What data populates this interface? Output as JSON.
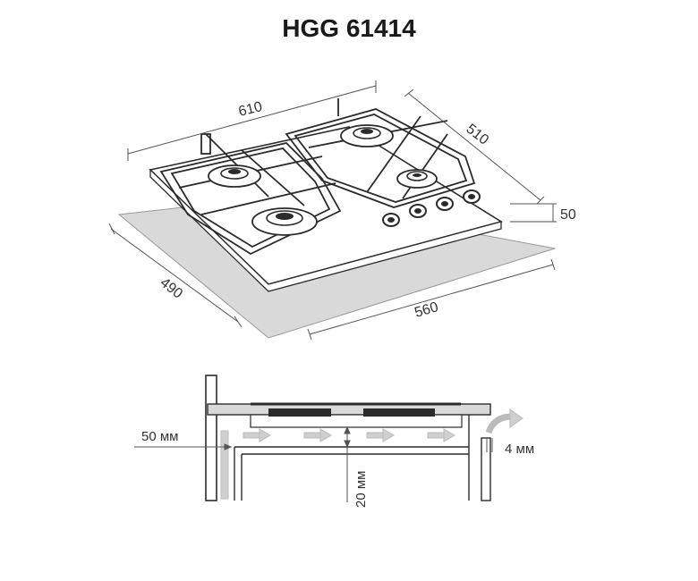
{
  "title": "HGG 61414",
  "top_view": {
    "width_label": "610",
    "depth_label": "510",
    "height_label": "50",
    "cutout_depth_label": "490",
    "cutout_width_label": "560"
  },
  "side_view": {
    "gap_left_label": "50 мм",
    "gap_right_label": "4 мм",
    "gap_below_label": "20 мм"
  },
  "colors": {
    "line": "#2b2b2b",
    "cutout_fill": "#d9d9d9",
    "arrow_fill": "#cfcfcf",
    "dimension_line": "#555555"
  }
}
